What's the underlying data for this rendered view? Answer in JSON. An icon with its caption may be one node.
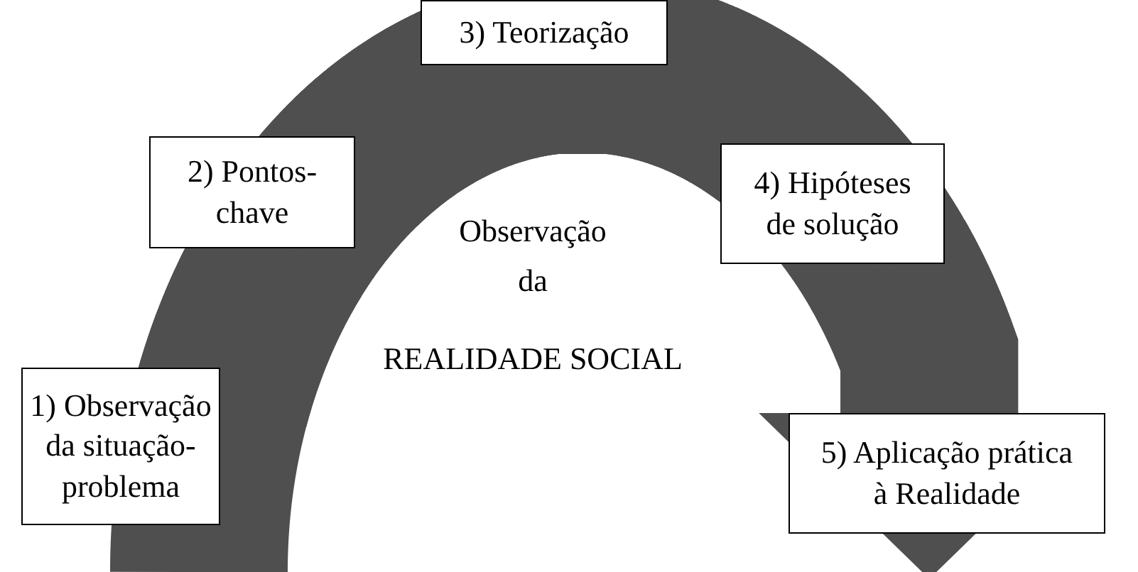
{
  "diagram": {
    "nodes": [
      {
        "text": [
          "1) Observação da situação- problema"
        ]
      },
      {
        "text": [
          "2) Pontos- chave"
        ]
      },
      {
        "text": [
          "3) Teorização"
        ]
      },
      {
        "text": [
          "4) Hipóteses de solução"
        ]
      },
      {
        "text": [
          "5) Aplicação prática à Realidade"
        ]
      }
    ],
    "edges": [
      {
        "from": 0,
        "to": 1,
        "arrow": "none"
      },
      {
        "from": 1,
        "to": 2,
        "arrow": "none"
      },
      {
        "from": 2,
        "to": 3,
        "arrow": "none"
      },
      {
        "from": 3,
        "to": 4,
        "arrow": "to"
      }
    ],
    "labels": [
      "Observação",
      "da",
      "REALIDADE SOCIAL"
    ]
  }
}
